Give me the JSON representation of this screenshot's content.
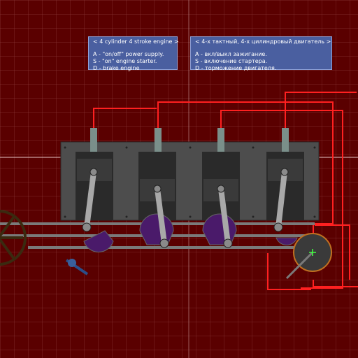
{
  "info_en": {
    "title": "< 4 cylinder 4 stroke engine >",
    "lines": [
      "A - \"on/off\" power supply.",
      "S - \"on\" engine starter.",
      "D - brake engine"
    ]
  },
  "info_ru": {
    "title": "< 4-х тактный, 4-х цилиндровый двигатель >",
    "lines": [
      "A - вкл/выкл зажигание.",
      "S - включение стартера.",
      "D - торможение двигателя."
    ]
  },
  "colors": {
    "background": "#5a0000",
    "grid": "#8a3a3a",
    "wire": "#ff2020",
    "engine_block": "#4d4d4d",
    "piston": "#3a3a3a",
    "rod": "#a8a8a8",
    "crank_weight": "#4a1a6a",
    "shaft": "#7a7a7a",
    "panel": "#4a5fa0",
    "motor_ring": "#c07020",
    "marker": "#40ff40"
  },
  "icons": {
    "flywheel": "flywheel-icon",
    "starter_motor": "starter-motor-icon",
    "spark_plug": "spark-plug-icon",
    "center_marker": "crosshair-icon"
  }
}
